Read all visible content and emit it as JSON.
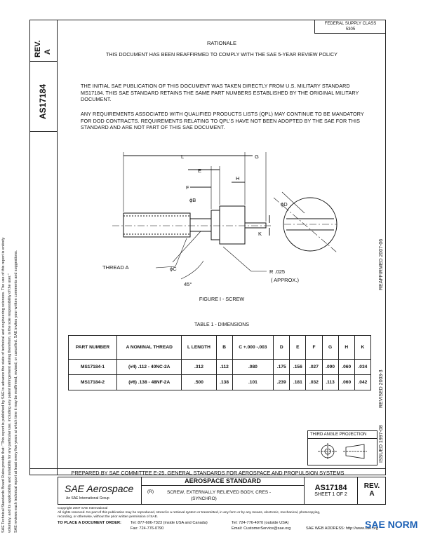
{
  "header": {
    "federal_supply_class": "FEDERAL SUPPLY CLASS",
    "fsc_code": "5305",
    "rev_label": "REV.",
    "rev_value": "A",
    "doc_number": "AS17184"
  },
  "rationale": {
    "heading": "RATIONALE",
    "text": "THIS DOCUMENT HAS BEEN REAFFIRMED TO COMPLY WITH THE SAE 5-YEAR REVIEW POLICY"
  },
  "paragraphs": [
    "THE INITIAL SAE PUBLICATION OF THIS DOCUMENT WAS TAKEN DIRECTLY FROM U.S. MILITARY STANDARD MS17184. THIS SAE STANDARD RETAINS THE SAME PART NUMBERS ESTABLISHED BY THE ORIGINAL MILITARY DOCUMENT.",
    "ANY REQUIREMENTS ASSOCIATED WITH QUALIFIED PRODUCTS LISTS (QPL) MAY CONTINUE TO BE MANDATORY FOR DOD CONTRACTS. REQUIREMENTS RELATING TO QPL'S HAVE NOT BEEN ADOPTED BY THE SAE FOR THIS STANDARD AND ARE NOT PART OF THIS SAE DOCUMENT."
  ],
  "figure": {
    "labels": {
      "L": "L",
      "G": "G",
      "E": "E",
      "H": "H",
      "F": "F",
      "phiB": "ϕB",
      "phiD": "ϕD",
      "K": "K",
      "phiC": "ϕC",
      "thread_a": "THREAD A",
      "r025": "R .025",
      "approx": "( APPROX.)",
      "deg45": "45°"
    },
    "caption": "FIGURE I - SCREW"
  },
  "table": {
    "title": "TABLE 1 - DIMENSIONS",
    "headers": [
      "PART NUMBER",
      "A NOMINAL THREAD",
      "L LENGTH",
      "B",
      "C +.000 -.003",
      "D",
      "E",
      "F",
      "G",
      "H",
      "K"
    ],
    "rows": [
      [
        "MS17184-1",
        "(#4) .112 - 40NC-2A",
        ".312",
        ".112",
        ".080",
        ".175",
        ".156",
        ".027",
        ".090",
        ".060",
        ".034"
      ],
      [
        "MS17184-2",
        "(#6) .138 - 48NF-2A",
        ".500",
        ".138",
        ".101",
        ".239",
        ".181",
        ".032",
        ".113",
        ".060",
        ".042"
      ]
    ]
  },
  "side_dates": {
    "reaffirmed": "REAFFIRMED 2007-06",
    "revised": "REVISED 2003-3",
    "issued": "ISSUED 1997-08"
  },
  "third_angle": "THIRD ANGLE PROJECTION",
  "left_notice": [
    "SAE Technical Standards Board Rules provide that: \"This report is published by SAE to advance the state of technical and engineering sciences. The use of this report is entirely",
    "voluntary, and its applicability and suitability for any particular use, including any patent infringement arising therefrom, is the sole responsibility of the user.\"",
    "SAE reviews each technical report at least every five years at which time it may be reaffirmed, revised, or cancelled. SAE invites your written comments and suggestions."
  ],
  "footer": {
    "prepared_by": "PREPARED BY SAE COMMITTEE E-25, GENERAL STANDARDS FOR AEROSPACE AND PROPULSION SYSTEMS",
    "brand": "SAE Aerospace",
    "brand_sub": "An SAE International Group",
    "standard_title": "AEROSPACE STANDARD",
    "r_mark": "(R)",
    "description_1": "SCREW, EXTERNALLY RELIEVED BODY, CRES -",
    "description_2": "(SYNCHRO)",
    "doc_number": "AS17184",
    "sheet": "SHEET 1 OF 2",
    "rev_label": "REV.",
    "rev_value": "A",
    "copyright": "Copyright 2007 SAE International",
    "rights": "All rights reserved. No part of this publication may be reproduced, stored in a retrieval system or transmitted, in any form or by any means, electronic, mechanical, photocopying,",
    "rights_2": "recording, or otherwise, without the prior written permission of SAE.",
    "order_label": "TO PLACE A DOCUMENT ORDER:",
    "tel1": "Tel: 877-606-7323 (inside USA and Canada)",
    "tel2": "Tel: 724-776-4970 (outside USA)",
    "fax": "Fax: 724-776-0790",
    "email": "Email: CustomerService@sae.org",
    "web": "SAE WEB ADDRESS: http://www.sae.org",
    "watermark": "SAE NORM"
  }
}
